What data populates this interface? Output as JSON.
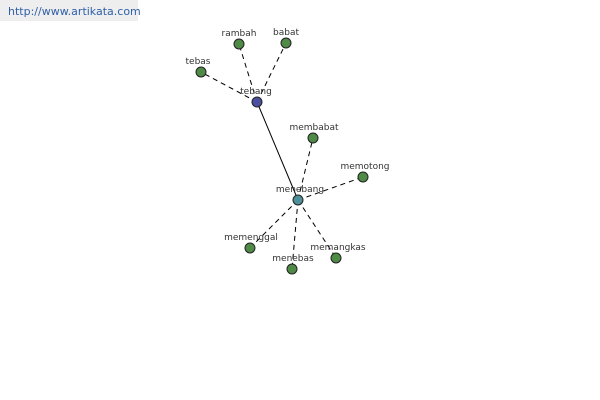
{
  "source": {
    "url_text": "http://www.artikata.com"
  },
  "colors": {
    "root_node": "#4a4f9e",
    "hub_node": "#4f8f9a",
    "leaf_node": "#4f8a46"
  },
  "graph": {
    "nodes": [
      {
        "id": "tebang",
        "label": "tebang",
        "role": "root"
      },
      {
        "id": "menebang",
        "label": "menebang",
        "role": "hub"
      },
      {
        "id": "rambah",
        "label": "rambah",
        "role": "leaf"
      },
      {
        "id": "babat",
        "label": "babat",
        "role": "leaf"
      },
      {
        "id": "tebas",
        "label": "tebas",
        "role": "leaf"
      },
      {
        "id": "membabat",
        "label": "membabat",
        "role": "leaf"
      },
      {
        "id": "memotong",
        "label": "memotong",
        "role": "leaf"
      },
      {
        "id": "memenggal",
        "label": "memenggal",
        "role": "leaf"
      },
      {
        "id": "menebas",
        "label": "menebas",
        "role": "leaf"
      },
      {
        "id": "memangkas",
        "label": "memangkas",
        "role": "leaf"
      }
    ],
    "edges": [
      {
        "from": "tebang",
        "to": "menebang",
        "style": "solid"
      },
      {
        "from": "tebang",
        "to": "rambah",
        "style": "dashed"
      },
      {
        "from": "tebang",
        "to": "babat",
        "style": "dashed"
      },
      {
        "from": "tebang",
        "to": "tebas",
        "style": "dashed"
      },
      {
        "from": "menebang",
        "to": "membabat",
        "style": "dashed"
      },
      {
        "from": "menebang",
        "to": "memotong",
        "style": "dashed"
      },
      {
        "from": "menebang",
        "to": "memenggal",
        "style": "dashed"
      },
      {
        "from": "menebang",
        "to": "menebas",
        "style": "dashed"
      },
      {
        "from": "menebang",
        "to": "memangkas",
        "style": "dashed"
      }
    ]
  }
}
